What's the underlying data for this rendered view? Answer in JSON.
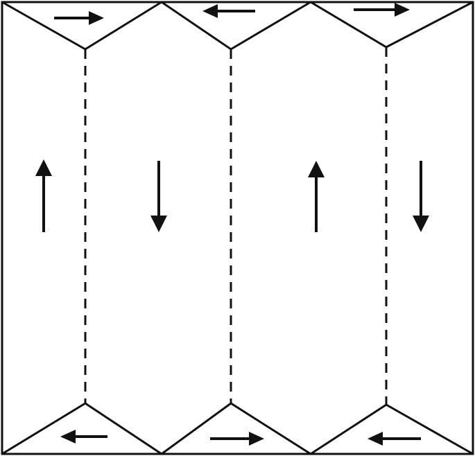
{
  "diagram": {
    "type": "flow-fold-diagram",
    "colors": {
      "stroke": "#111111",
      "background": "#ffffff"
    },
    "fold_lines": {
      "count": 3,
      "style": "dashed"
    },
    "icons": {
      "arrow_top_1": "arrow-right-icon",
      "arrow_top_2": "arrow-left-icon",
      "arrow_top_3": "arrow-right-icon",
      "arrow_bottom_1": "arrow-left-icon",
      "arrow_bottom_2": "arrow-right-icon",
      "arrow_bottom_3": "arrow-left-icon",
      "arrow_panel_1": "arrow-up-icon",
      "arrow_panel_2": "arrow-down-icon",
      "arrow_panel_3": "arrow-up-icon",
      "arrow_panel_4": "arrow-down-icon"
    },
    "flow_directions": {
      "top_row": [
        "right",
        "left",
        "right"
      ],
      "bottom_row": [
        "left",
        "right",
        "left"
      ],
      "panels": [
        "up",
        "down",
        "up",
        "down"
      ]
    }
  }
}
